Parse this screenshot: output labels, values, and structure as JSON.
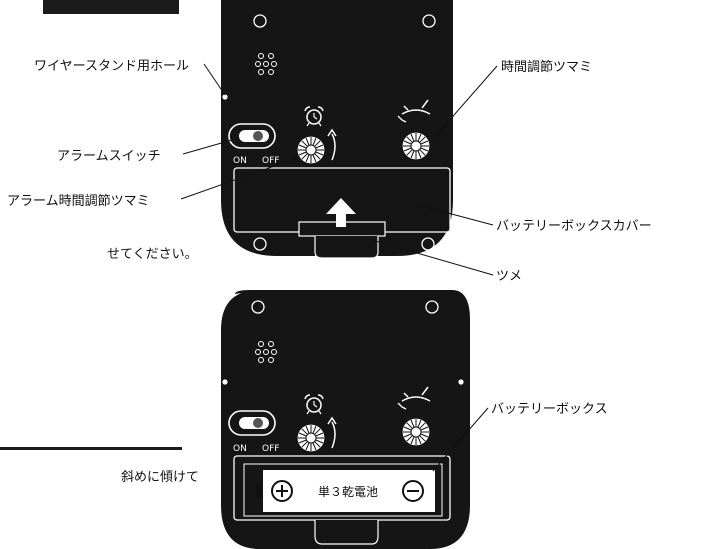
{
  "labels": {
    "wire_stand_hole": "ワイヤースタンド用ホール",
    "alarm_switch": "アラームスイッチ",
    "alarm_time_knob": "アラーム時間調節ツマミ",
    "time_adjust_knob": "時間調節ツマミ",
    "battery_cover": "バッテリーボックスカバー",
    "tab": "ツメ",
    "battery_box": "バッテリーボックス"
  },
  "switch": {
    "on": "ON",
    "off": "OFF"
  },
  "battery_text": "単３乾電池",
  "side_text": {
    "line1": "せてください。",
    "line2": "斜めに傾けて"
  }
}
